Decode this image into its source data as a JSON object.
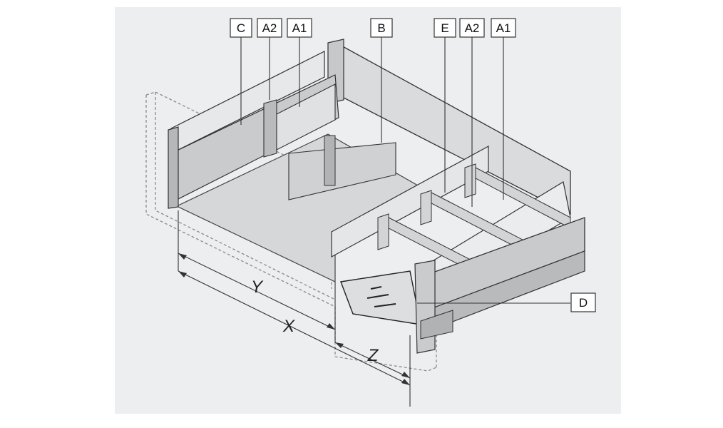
{
  "labels": {
    "c": "C",
    "a2_left": "A2",
    "a1_left": "A1",
    "b": "B",
    "e": "E",
    "a2_right": "A2",
    "a1_right": "A1",
    "d": "D"
  },
  "dimensions": {
    "y": "Y",
    "x": "X",
    "z": "Z"
  }
}
